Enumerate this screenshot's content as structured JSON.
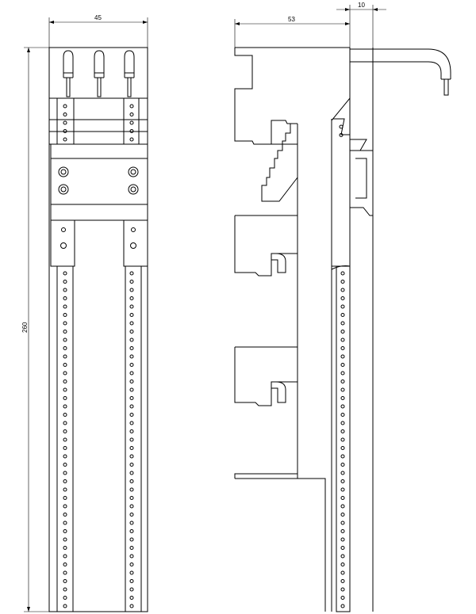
{
  "dimensions": {
    "front_width": "45",
    "front_height": "260",
    "side_depth": "53",
    "side_offset": "10"
  }
}
